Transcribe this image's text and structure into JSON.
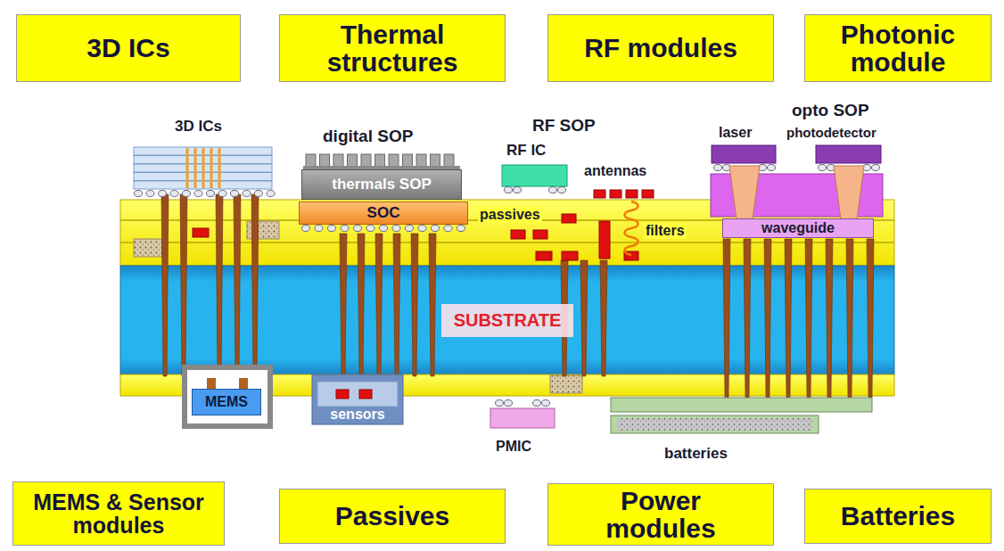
{
  "diagram": {
    "nodes": [
      {
        "text": [
          "3D ICs"
        ]
      },
      {
        "text": [
          "Thermal structures"
        ]
      },
      {
        "text": [
          "RF modules"
        ]
      },
      {
        "text": [
          "Photonic module"
        ]
      },
      {
        "text": [
          "thermals SOP"
        ]
      },
      {
        "text": [
          "SOC"
        ]
      },
      {
        "text": [
          "waveguide"
        ]
      },
      {
        "text": [
          "SUBSTRATE"
        ]
      },
      {
        "text": [
          "MEMS"
        ]
      },
      {
        "text": [
          "sensors"
        ]
      },
      {
        "text": [
          "MEMS & Sensor modules"
        ]
      },
      {
        "text": [
          "Passives"
        ]
      },
      {
        "text": [
          "Power modules"
        ]
      },
      {
        "text": [
          "Batteries"
        ]
      }
    ],
    "labels": [
      "3D ICs",
      "digital SOP",
      "RF SOP",
      "RF IC",
      "antennas",
      "opto SOP",
      "laser",
      "photodetector",
      "passives",
      "filters",
      "PMIC",
      "batteries"
    ]
  }
}
